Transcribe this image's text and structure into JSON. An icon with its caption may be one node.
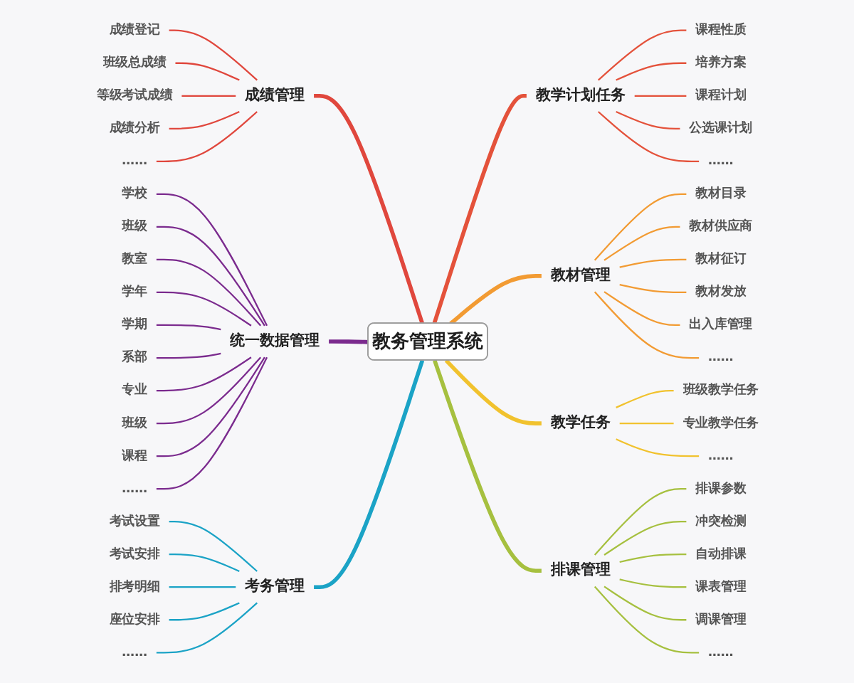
{
  "diagram": {
    "nodes": [
      {
        "text": [
          "教务管理系统"
        ]
      },
      {
        "text": [
          "成绩管理"
        ]
      },
      {
        "text": [
          "成绩登记"
        ]
      },
      {
        "text": [
          "班级总成绩"
        ]
      },
      {
        "text": [
          "等级考试成绩"
        ]
      },
      {
        "text": [
          "成绩分析"
        ]
      },
      {
        "text": [
          "……"
        ]
      },
      {
        "text": [
          "统一数据管理"
        ]
      },
      {
        "text": [
          "学校"
        ]
      },
      {
        "text": [
          "班级"
        ]
      },
      {
        "text": [
          "教室"
        ]
      },
      {
        "text": [
          "学年"
        ]
      },
      {
        "text": [
          "学期"
        ]
      },
      {
        "text": [
          "系部"
        ]
      },
      {
        "text": [
          "专业"
        ]
      },
      {
        "text": [
          "班级"
        ]
      },
      {
        "text": [
          "课程"
        ]
      },
      {
        "text": [
          "……"
        ]
      },
      {
        "text": [
          "考务管理"
        ]
      },
      {
        "text": [
          "考试设置"
        ]
      },
      {
        "text": [
          "考试安排"
        ]
      },
      {
        "text": [
          "排考明细"
        ]
      },
      {
        "text": [
          "座位安排"
        ]
      },
      {
        "text": [
          "……"
        ]
      },
      {
        "text": [
          "教学计划任务"
        ]
      },
      {
        "text": [
          "课程性质"
        ]
      },
      {
        "text": [
          "培养方案"
        ]
      },
      {
        "text": [
          "课程计划"
        ]
      },
      {
        "text": [
          "公选课计划"
        ]
      },
      {
        "text": [
          "……"
        ]
      },
      {
        "text": [
          "教材管理"
        ]
      },
      {
        "text": [
          "教材目录"
        ]
      },
      {
        "text": [
          "教材供应商"
        ]
      },
      {
        "text": [
          "教材征订"
        ]
      },
      {
        "text": [
          "教材发放"
        ]
      },
      {
        "text": [
          "出入库管理"
        ]
      },
      {
        "text": [
          "……"
        ]
      },
      {
        "text": [
          "教学任务"
        ]
      },
      {
        "text": [
          "班级教学任务"
        ]
      },
      {
        "text": [
          "专业教学任务"
        ]
      },
      {
        "text": [
          "……"
        ]
      },
      {
        "text": [
          "排课管理"
        ]
      },
      {
        "text": [
          "排课参数"
        ]
      },
      {
        "text": [
          "冲突检测"
        ]
      },
      {
        "text": [
          "自动排课"
        ]
      },
      {
        "text": [
          "课表管理"
        ]
      },
      {
        "text": [
          "调课管理"
        ]
      },
      {
        "text": [
          "……"
        ]
      }
    ],
    "edges": [
      {
        "from": 1,
        "to": 0,
        "arrow": "none",
        "style": "thick",
        "color": "#e0473d"
      },
      {
        "from": 2,
        "to": 1,
        "arrow": "none",
        "color": "#e0473d"
      },
      {
        "from": 3,
        "to": 1,
        "arrow": "none",
        "color": "#e0473d"
      },
      {
        "from": 4,
        "to": 1,
        "arrow": "none",
        "color": "#e0473d"
      },
      {
        "from": 5,
        "to": 1,
        "arrow": "none",
        "color": "#e0473d"
      },
      {
        "from": 6,
        "to": 1,
        "arrow": "none",
        "color": "#e0473d"
      },
      {
        "from": 7,
        "to": 0,
        "arrow": "none",
        "style": "thick",
        "color": "#7b2b8e"
      },
      {
        "from": 8,
        "to": 7,
        "arrow": "none",
        "color": "#7b2b8e"
      },
      {
        "from": 9,
        "to": 7,
        "arrow": "none",
        "color": "#7b2b8e"
      },
      {
        "from": 10,
        "to": 7,
        "arrow": "none",
        "color": "#7b2b8e"
      },
      {
        "from": 11,
        "to": 7,
        "arrow": "none",
        "color": "#7b2b8e"
      },
      {
        "from": 12,
        "to": 7,
        "arrow": "none",
        "color": "#7b2b8e"
      },
      {
        "from": 13,
        "to": 7,
        "arrow": "none",
        "color": "#7b2b8e"
      },
      {
        "from": 14,
        "to": 7,
        "arrow": "none",
        "color": "#7b2b8e"
      },
      {
        "from": 15,
        "to": 7,
        "arrow": "none",
        "color": "#7b2b8e"
      },
      {
        "from": 16,
        "to": 7,
        "arrow": "none",
        "color": "#7b2b8e"
      },
      {
        "from": 17,
        "to": 7,
        "arrow": "none",
        "color": "#7b2b8e"
      },
      {
        "from": 18,
        "to": 0,
        "arrow": "none",
        "style": "thick",
        "color": "#1ba3c6"
      },
      {
        "from": 19,
        "to": 18,
        "arrow": "none",
        "color": "#1ba3c6"
      },
      {
        "from": 20,
        "to": 18,
        "arrow": "none",
        "color": "#1ba3c6"
      },
      {
        "from": 21,
        "to": 18,
        "arrow": "none",
        "color": "#1ba3c6"
      },
      {
        "from": 22,
        "to": 18,
        "arrow": "none",
        "color": "#1ba3c6"
      },
      {
        "from": 23,
        "to": 18,
        "arrow": "none",
        "color": "#1ba3c6"
      },
      {
        "from": 0,
        "to": 24,
        "arrow": "none",
        "style": "thick",
        "color": "#e4523b"
      },
      {
        "from": 24,
        "to": 25,
        "arrow": "none",
        "color": "#e4523b"
      },
      {
        "from": 24,
        "to": 26,
        "arrow": "none",
        "color": "#e4523b"
      },
      {
        "from": 24,
        "to": 27,
        "arrow": "none",
        "color": "#e4523b"
      },
      {
        "from": 24,
        "to": 28,
        "arrow": "none",
        "color": "#e4523b"
      },
      {
        "from": 24,
        "to": 29,
        "arrow": "none",
        "color": "#e4523b"
      },
      {
        "from": 0,
        "to": 30,
        "arrow": "none",
        "style": "thick",
        "color": "#f29b33"
      },
      {
        "from": 30,
        "to": 31,
        "arrow": "none",
        "color": "#f29b33"
      },
      {
        "from": 30,
        "to": 32,
        "arrow": "none",
        "color": "#f29b33"
      },
      {
        "from": 30,
        "to": 33,
        "arrow": "none",
        "color": "#f29b33"
      },
      {
        "from": 30,
        "to": 34,
        "arrow": "none",
        "color": "#f29b33"
      },
      {
        "from": 30,
        "to": 35,
        "arrow": "none",
        "color": "#f29b33"
      },
      {
        "from": 30,
        "to": 36,
        "arrow": "none",
        "color": "#f29b33"
      },
      {
        "from": 0,
        "to": 37,
        "arrow": "none",
        "style": "thick",
        "color": "#f1c22e"
      },
      {
        "from": 37,
        "to": 38,
        "arrow": "none",
        "color": "#f1c22e"
      },
      {
        "from": 37,
        "to": 39,
        "arrow": "none",
        "color": "#f1c22e"
      },
      {
        "from": 37,
        "to": 40,
        "arrow": "none",
        "color": "#f1c22e"
      },
      {
        "from": 0,
        "to": 41,
        "arrow": "none",
        "style": "thick",
        "color": "#a6c03f"
      },
      {
        "from": 41,
        "to": 42,
        "arrow": "none",
        "color": "#a6c03f"
      },
      {
        "from": 41,
        "to": 43,
        "arrow": "none",
        "color": "#a6c03f"
      },
      {
        "from": 41,
        "to": 44,
        "arrow": "none",
        "color": "#a6c03f"
      },
      {
        "from": 41,
        "to": 45,
        "arrow": "none",
        "color": "#a6c03f"
      },
      {
        "from": 41,
        "to": 46,
        "arrow": "none",
        "color": "#a6c03f"
      },
      {
        "from": 41,
        "to": 47,
        "arrow": "none",
        "color": "#a6c03f"
      }
    ]
  }
}
